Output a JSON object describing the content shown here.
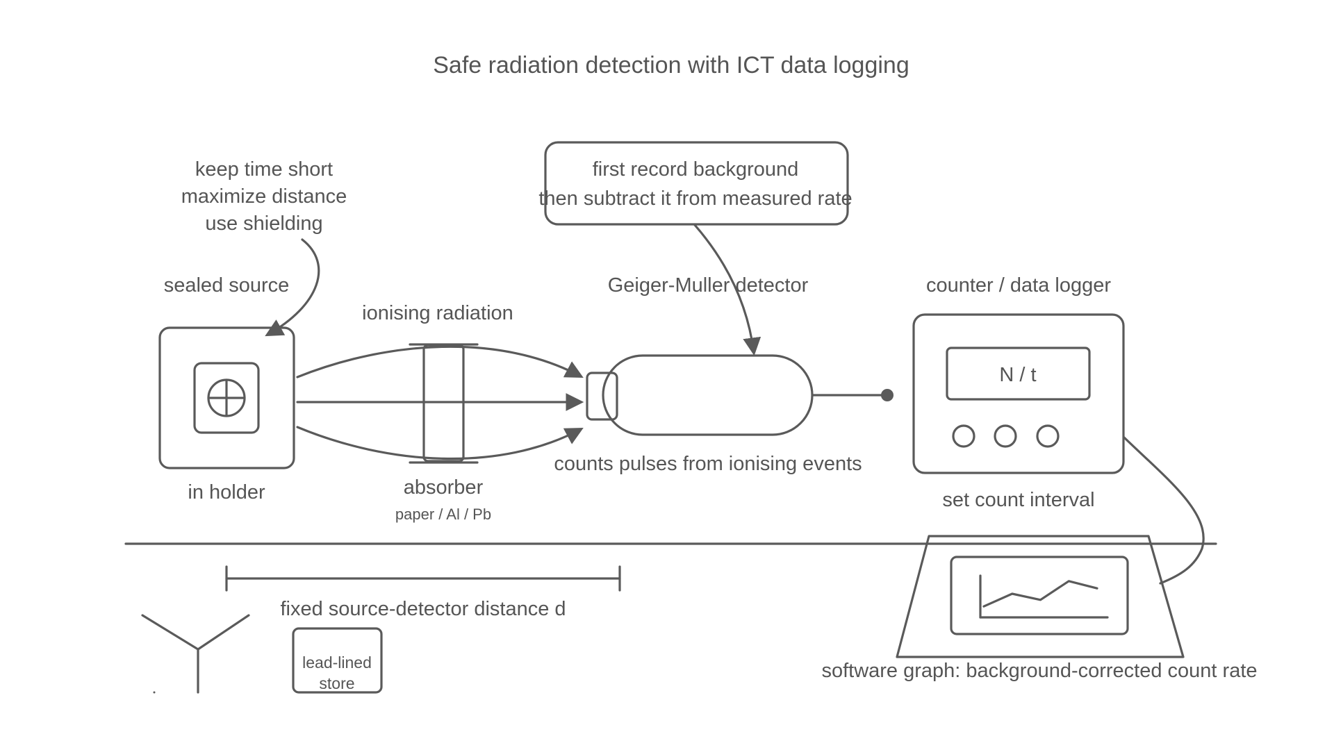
{
  "title": "Safe radiation detection with ICT data logging",
  "safety_note": [
    "keep time short",
    "maximize distance",
    "use shielding"
  ],
  "source": {
    "label": "sealed source",
    "caption": "in holder"
  },
  "radiation_label": "ionising radiation",
  "absorber": {
    "label": "absorber",
    "materials": "paper / Al / Pb"
  },
  "background_note": [
    "first record background",
    "then subtract it from measured rate"
  ],
  "detector": {
    "label": "Geiger-Muller detector",
    "caption": "counts pulses from ionising events"
  },
  "counter": {
    "label": "counter / data logger",
    "display": "N / t",
    "caption": "set count interval"
  },
  "distance_label": "fixed source-detector distance d",
  "store": [
    "lead-lined",
    "store"
  ],
  "software_caption": "software graph: background-corrected count rate",
  "graph_points": [
    {
      "x": 0,
      "y": 0.15
    },
    {
      "x": 1,
      "y": 0.5
    },
    {
      "x": 2,
      "y": 0.33
    },
    {
      "x": 3,
      "y": 0.85
    },
    {
      "x": 4,
      "y": 0.65
    }
  ],
  "colors": {
    "stroke": "#5a5a5a",
    "text": "#555555",
    "background": "#ffffff"
  }
}
